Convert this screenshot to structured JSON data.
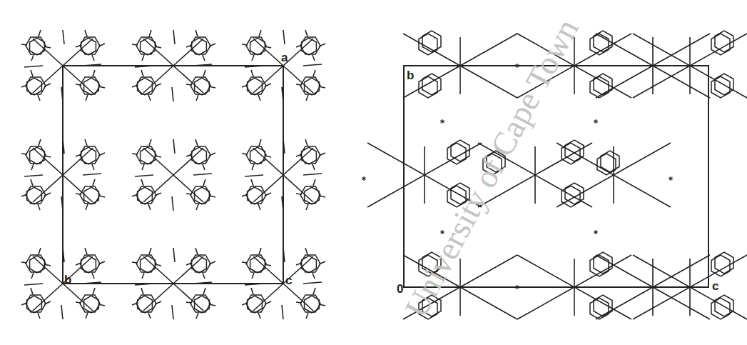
{
  "diagram": {
    "labels": [
      "a",
      "b",
      "c",
      "b",
      "0",
      "c",
      "University of Cape Town"
    ]
  }
}
